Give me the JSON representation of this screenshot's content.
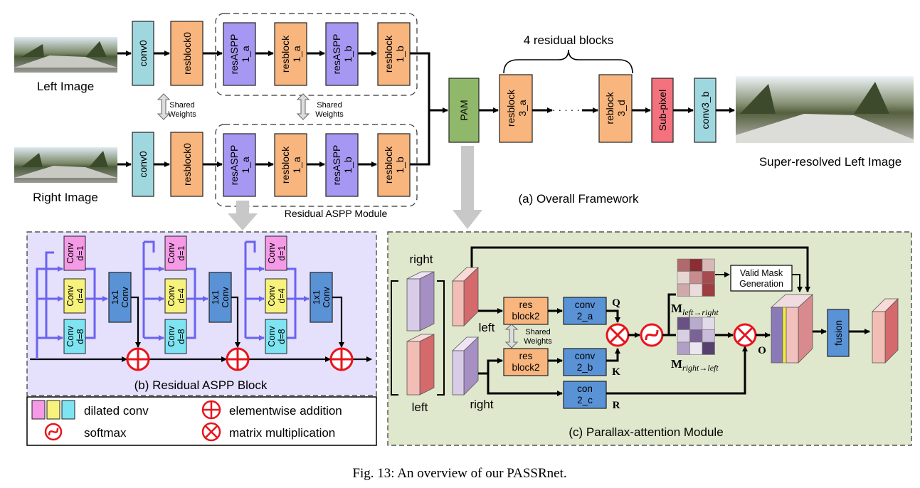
{
  "framework": {
    "left_image_label": "Left Image",
    "right_image_label": "Right Image",
    "conv0": "conv0",
    "resblock0": "resblock0",
    "resaspp": [
      "resASPP",
      "1_a"
    ],
    "resaspp_b": [
      "resASPP",
      "1_b"
    ],
    "resblock_1a": [
      "resblock",
      "1_a"
    ],
    "resblock_1b": [
      "resblock",
      "1_b"
    ],
    "shared_weights": [
      "Shared",
      "Weights"
    ],
    "aspp_module_label": "Residual ASPP Module",
    "pam": "PAM",
    "four_blocks_label": "4 residual blocks",
    "resblock_3a": [
      "resblock",
      "3_a"
    ],
    "reblock_3d": [
      "reblock",
      "3_d"
    ],
    "dots": "· · · · · · ·",
    "subpixel": "Sub-pixel",
    "conv3b": "conv3_b",
    "output_label": "Super-resolved Left Image",
    "caption_a": "(a) Overall Framework"
  },
  "aspp_block": {
    "conv": "Conv",
    "d1": "d=1",
    "d4": "d=4",
    "d8": "d=8",
    "onexone": [
      "1x1",
      "Conv"
    ],
    "caption_b": "(b) Residual ASPP Block"
  },
  "legend": {
    "dilated_conv": "dilated conv",
    "softmax": "softmax",
    "elementwise_addition": "elementwise addition",
    "matrix_multiplication": "matrix multiplication"
  },
  "pam_module": {
    "right_top": "right",
    "left_bottom": "left",
    "left_mid": "left",
    "right_mid": "right",
    "res_block2": [
      "res",
      "block2"
    ],
    "conv2a": [
      "conv",
      "2_a"
    ],
    "conv2b": [
      "conv",
      "2_b"
    ],
    "con2c": [
      "con",
      "2_c"
    ],
    "q": "Q",
    "k": "K",
    "r": "R",
    "o": "O",
    "shared_weights": [
      "Shared",
      "Weights"
    ],
    "m_base": "M",
    "m_left_right_sub": "left→right",
    "m_right_left_sub": "right→left",
    "valid_mask": [
      "Valid Mask",
      "Generation"
    ],
    "fusion": "fusion",
    "caption_c": "(c) Parallax-attention Module"
  },
  "figure_caption": "Fig. 13: An overview of our PASSRnet.",
  "colors": {
    "resblock": "#f8b57e",
    "conv0": "#9fd7df",
    "resaspp": "#a697f2",
    "pam": "#8fb86a",
    "subpixel": "#f4727e",
    "conv_blue": "#5a92d6",
    "dilated_pink": "#f49ae6",
    "dilated_yellow": "#f6f27c",
    "dilated_cyan": "#7ee4f2",
    "aspp_bg": "#e5e0fb",
    "pam_bg": "#dfe8cd",
    "aspp_arrow": "#6b63f0",
    "operator_red": "#e8141c"
  },
  "attention_maps": {
    "left_to_right": [
      [
        "#b06a6c",
        "#8a2e33",
        "#d8b8b6"
      ],
      [
        "#e6d6d3",
        "#c68c8e",
        "#a54c50"
      ],
      [
        "#cfa9aa",
        "#eadcdb",
        "#9c3e42"
      ]
    ],
    "right_to_left": [
      [
        "#6a5185",
        "#b9abcc",
        "#e1dae8"
      ],
      [
        "#d8cfe2",
        "#7a6497",
        "#c8bcd8"
      ],
      [
        "#b0a0c6",
        "#ece6f1",
        "#56406e"
      ]
    ]
  }
}
